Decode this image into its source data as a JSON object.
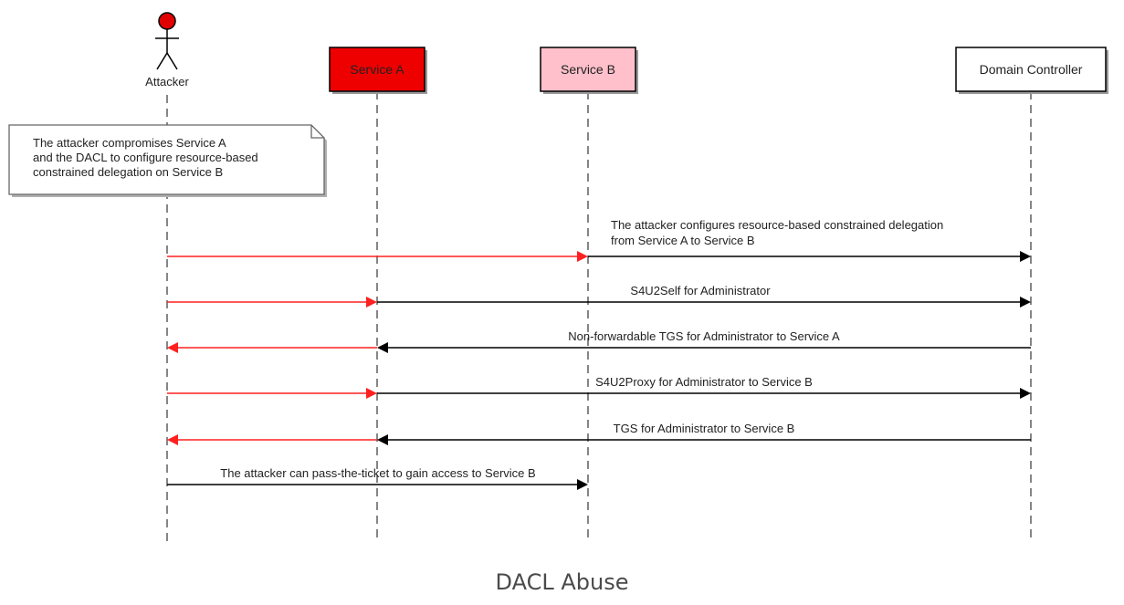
{
  "caption": "DACL Abuse",
  "participants": [
    {
      "id": "attacker",
      "label": "Attacker",
      "kind": "actor",
      "fill": "#e00000"
    },
    {
      "id": "service_a",
      "label": "Service A",
      "kind": "box",
      "fill": "#ee0000"
    },
    {
      "id": "service_b",
      "label": "Service B",
      "kind": "box",
      "fill": "#ffc0cb"
    },
    {
      "id": "dc",
      "label": "Domain Controller",
      "kind": "box",
      "fill": "#ffffff"
    }
  ],
  "note": {
    "lines": [
      "The attacker compromises Service A",
      "and the DACL to configure resource-based",
      "constrained delegation on Service B"
    ]
  },
  "messages": [
    {
      "lines": [
        "The attacker configures resource-based constrained delegation",
        "from Service A to Service B"
      ],
      "segments": [
        {
          "from": "attacker",
          "to": "service_b",
          "color": "#ff2020"
        },
        {
          "from": "service_b",
          "to": "dc",
          "color": "#000000"
        }
      ]
    },
    {
      "lines": [
        "S4U2Self for Administrator"
      ],
      "segments": [
        {
          "from": "attacker",
          "to": "service_a",
          "color": "#ff2020"
        },
        {
          "from": "service_a",
          "to": "dc",
          "color": "#000000"
        }
      ]
    },
    {
      "lines": [
        "Non-forwardable TGS for Administrator to Service A"
      ],
      "segments": [
        {
          "from": "dc",
          "to": "service_a",
          "color": "#000000"
        },
        {
          "from": "service_a",
          "to": "attacker",
          "color": "#ff2020"
        }
      ]
    },
    {
      "lines": [
        "S4U2Proxy for Administrator to Service B"
      ],
      "segments": [
        {
          "from": "attacker",
          "to": "service_a",
          "color": "#ff2020"
        },
        {
          "from": "service_a",
          "to": "dc",
          "color": "#000000"
        }
      ]
    },
    {
      "lines": [
        "TGS for Administrator to Service B"
      ],
      "segments": [
        {
          "from": "dc",
          "to": "service_a",
          "color": "#000000"
        },
        {
          "from": "service_a",
          "to": "attacker",
          "color": "#ff2020"
        }
      ]
    },
    {
      "lines": [
        "The attacker can pass-the-ticket to gain access to Service B"
      ],
      "segments": [
        {
          "from": "attacker",
          "to": "service_b",
          "color": "#000000"
        }
      ]
    }
  ]
}
